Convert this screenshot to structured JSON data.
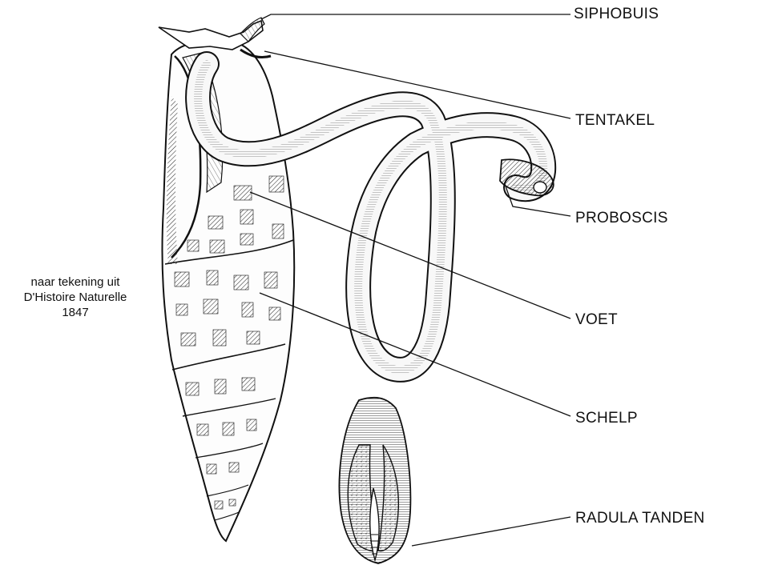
{
  "labels": {
    "siphobuis": "SIPHOBUIS",
    "tentakel": "TENTAKEL",
    "proboscis": "PROBOSCIS",
    "voet": "VOET",
    "schelp": "SCHELP",
    "radula": "RADULA TANDEN"
  },
  "caption": {
    "line1": "naar tekening uit",
    "line2": "D'Histoire Naturelle",
    "line3": "1847"
  },
  "colors": {
    "ink": "#111111",
    "paper": "#ffffff",
    "stipple": "#666666"
  }
}
